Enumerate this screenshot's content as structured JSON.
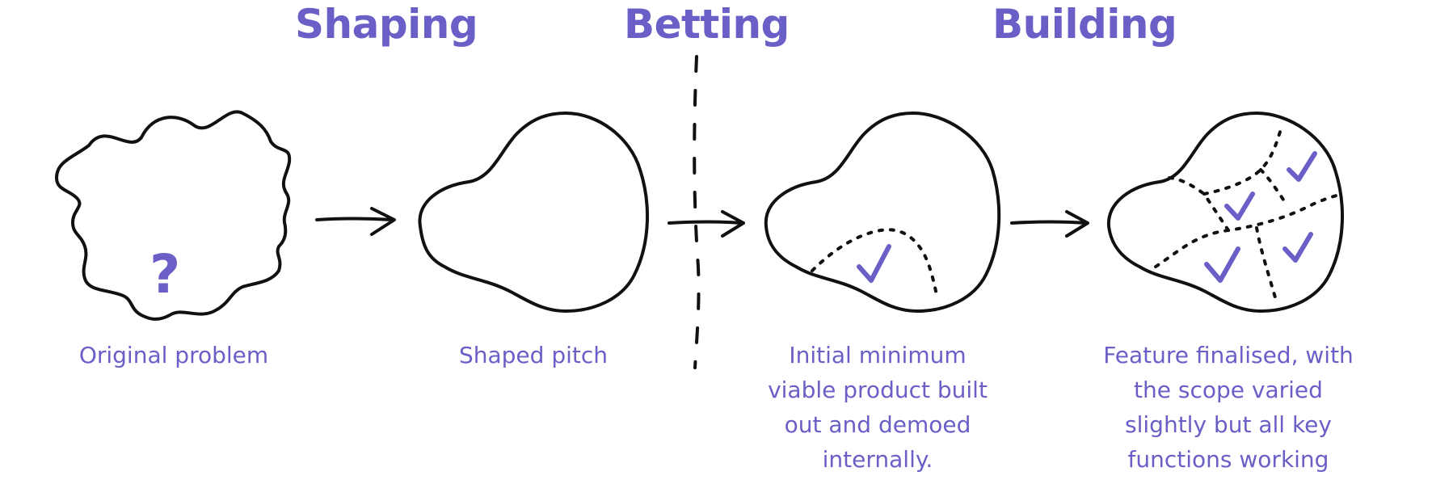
{
  "phases": {
    "shaping": "Shaping",
    "betting": "Betting",
    "building": "Building"
  },
  "captions": {
    "original": "Original problem",
    "shaped": "Shaped pitch",
    "mvp": "Initial minimum viable product built out and demoed internally.",
    "final": "Feature finalised, with the scope varied slightly but all key functions working"
  },
  "question_mark": "?",
  "colors": {
    "accent": "#6a5fc7",
    "ink": "#111111"
  }
}
